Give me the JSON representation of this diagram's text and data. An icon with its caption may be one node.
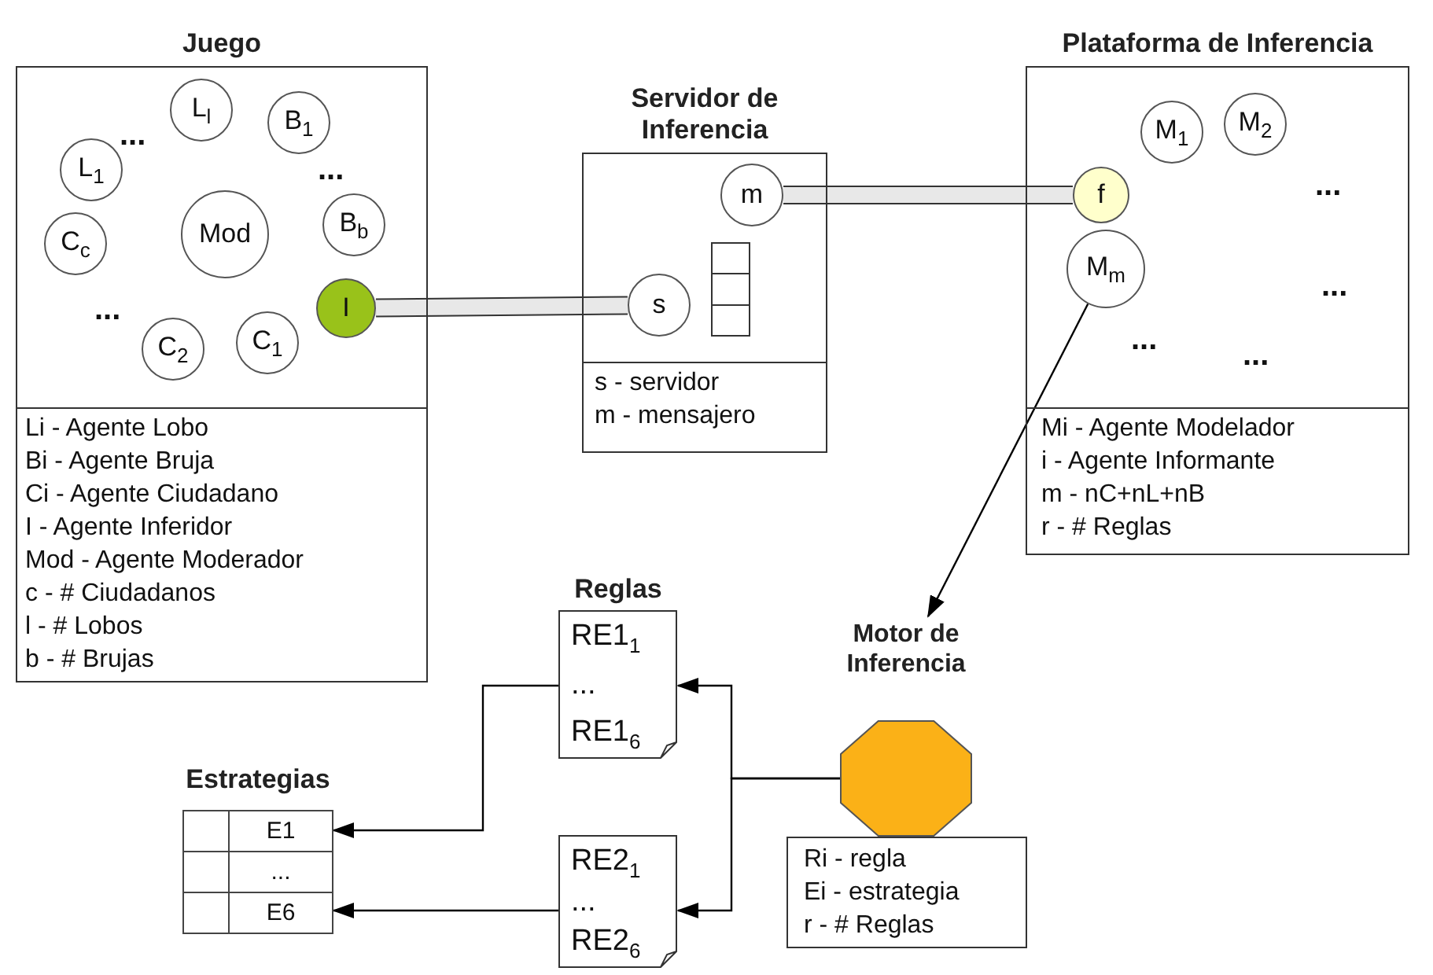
{
  "diagram": {
    "nodes": [
      {
        "text": [
          "Juego",
          "Li - Agente Lobo",
          "Bi - Agente Bruja",
          "Ci - Agente Ciudadano",
          "I - Agente Inferidor",
          "Mod - Agente Moderador",
          "c - # Ciudadanos",
          "l - # Lobos",
          "b - # Brujas"
        ]
      },
      {
        "text": [
          "L$_{l}$"
        ],
        "in": 0
      },
      {
        "text": [
          "B$_{1}$"
        ],
        "in": 0
      },
      {
        "text": [
          "L$_{1}$"
        ],
        "in": 0
      },
      {
        "text": [
          "C$_{c}$"
        ],
        "in": 0
      },
      {
        "text": [
          "Mod"
        ],
        "in": 0
      },
      {
        "text": [
          "B$_{b}$"
        ],
        "in": 0
      },
      {
        "text": [
          "I"
        ],
        "in": 0
      },
      {
        "text": [
          "C$_{2}$"
        ],
        "in": 0
      },
      {
        "text": [
          "C$_{1}$"
        ],
        "in": 0
      },
      {
        "text": [
          "Servidor de Inferencia",
          "s - servidor",
          "m - mensajero"
        ]
      },
      {
        "text": [
          "m"
        ],
        "in": 10
      },
      {
        "text": [
          "s"
        ],
        "in": 10
      },
      {
        "text": [
          "Plataforma de Inferencia",
          "Mi - Agente Modelador",
          "i - Agente Informante",
          "m - nC+nL+nB",
          "r - # Reglas"
        ]
      },
      {
        "text": [
          "M$_{1}$"
        ],
        "in": 13
      },
      {
        "text": [
          "M$_{2}$"
        ],
        "in": 13
      },
      {
        "text": [
          "f"
        ],
        "in": 13
      },
      {
        "text": [
          "M$_{m}$"
        ],
        "in": 13
      },
      {
        "text": [
          "Reglas",
          "RE1$_{1}$",
          "...",
          "RE1$_{6}$"
        ]
      },
      {
        "text": [
          "RE2$_{1}$",
          "...",
          "RE2$_{6}$"
        ]
      },
      {
        "text": [
          "Estrategias",
          "E1",
          "...",
          "E6"
        ]
      },
      {
        "text": [
          "Motor de Inferencia"
        ]
      },
      {
        "text": [
          "Ri - regla",
          "Ei - estrategia",
          "r - # Reglas"
        ]
      }
    ],
    "edges": [
      {
        "from": 7,
        "to": 12,
        "arrow": "none",
        "style": "thick",
        "color": "#e8e8e8"
      },
      {
        "from": 11,
        "to": 16,
        "arrow": "none",
        "style": "thick",
        "color": "#e8e8e8"
      },
      {
        "from": 17,
        "to": 21,
        "arrow": "to"
      },
      {
        "from": 21,
        "to": 18,
        "arrow": "to"
      },
      {
        "from": 21,
        "to": 19,
        "arrow": "to"
      },
      {
        "from": 18,
        "to": 20,
        "arrow": "to"
      },
      {
        "from": 19,
        "to": 20,
        "arrow": "to"
      }
    ],
    "labels": [
      "...",
      "...",
      "...",
      "...",
      "...",
      "...",
      "..."
    ]
  }
}
